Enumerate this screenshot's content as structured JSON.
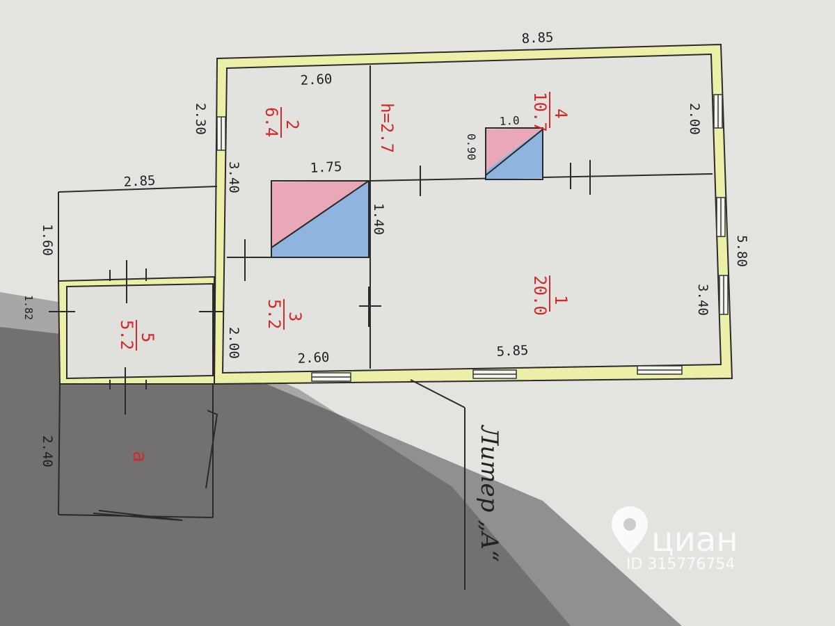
{
  "plan": {
    "dimensions": {
      "top_width": "8.85",
      "room2_top": "2.60",
      "left_main": "2.30",
      "left_lower": "3.40",
      "annex_top": "2.85",
      "annex_left": "1.60",
      "annex_side": "1.82",
      "porch_side": "2.40",
      "stair_big_w": "1.75",
      "stair_big_h": "1.40",
      "stair_small_w": "1.0",
      "stair_small_h": "0.90",
      "right_top": "2.00",
      "right_total": "5.80",
      "right_lower": "3.40",
      "bottom_left": "2.60",
      "bottom_right": "5.85",
      "entry_side": "2.00"
    },
    "ceiling_height": "h=2.7",
    "rooms": [
      {
        "number": "1",
        "area": "20.0"
      },
      {
        "number": "2",
        "area": "6.4"
      },
      {
        "number": "3",
        "area": "5.2"
      },
      {
        "number": "4",
        "area": "10.7"
      },
      {
        "number": "5",
        "area": "5.2"
      }
    ],
    "porch_label": "a",
    "literal_label": "Литер „А“",
    "wall_color": "#ecefa8",
    "stair_colors": {
      "pink": "#e8a8b8",
      "blue": "#8fb4df"
    }
  },
  "watermark": {
    "brand": "циан",
    "id": "ID 315776754"
  }
}
